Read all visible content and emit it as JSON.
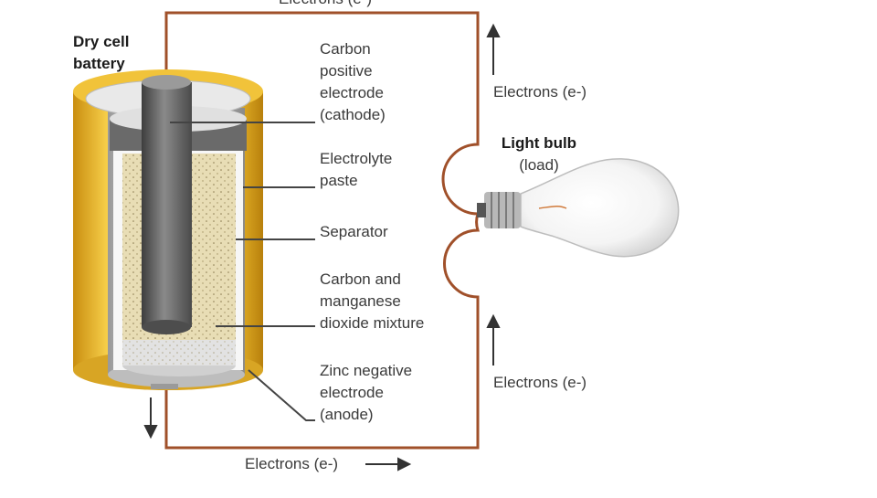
{
  "battery": {
    "title": "Dry cell\nbattery"
  },
  "labels": {
    "cathode": "Carbon\npositive\nelectrode\n(cathode)",
    "electrolyte": "Electrolyte\npaste",
    "separator": "Separator",
    "mixture": "Carbon and\nmanganese\ndioxide mixture",
    "anode": "Zinc negative\nelectrode\n(anode)"
  },
  "circuit": {
    "top_electrons": "Electrons (e-)",
    "right_upper_electrons": "Electrons (e-)",
    "right_lower_electrons": "Electrons (e-)",
    "bottom_electrons": "Electrons (e-)"
  },
  "bulb": {
    "title": "Light bulb",
    "subtitle": "(load)"
  },
  "colors": {
    "wire": "#a0502a",
    "casing_yellow": "#f2c232",
    "rod_gray": "#5e5e5e",
    "paste": "#e8ddb5",
    "leader": "#444444"
  }
}
